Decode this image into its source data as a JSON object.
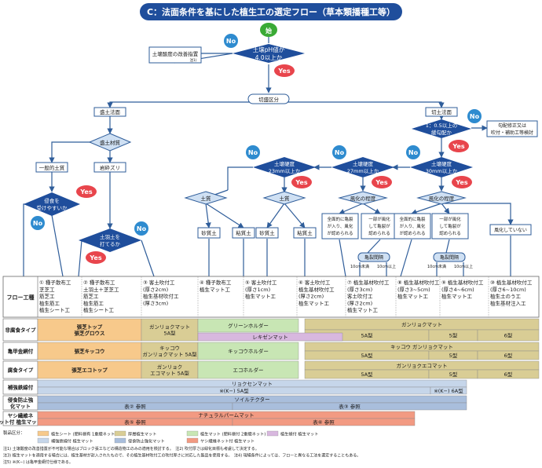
{
  "title": "C：法面条件を基にした植生工の選定フロー（草本類播種工等）",
  "badges": {
    "yes": "Yes",
    "no": "No"
  },
  "flow": {
    "start": "始",
    "ph_line1": "土壌pH値が",
    "ph_line2": "4.0以上か",
    "soil_improve": "土壌酸度の改善指置",
    "note1": "注1)",
    "cut_fill": "切盛区分",
    "fill_slope": "盛土法面",
    "cut_slope": "切土法面",
    "fill_material": "盛土材質",
    "general_soil": "一般的土質",
    "rock_debris": "岩砕ズリ",
    "erodible1": "侵食を",
    "erodible2": "受けやすいか",
    "drive1": "土羽土を",
    "drive2": "打てるか",
    "gentle1": "1：0.5以上の",
    "gentle2": "緩勾配か",
    "slope_fix1": "勾配修正又は",
    "slope_fix2": "吹付・補助工等検討",
    "hard30_1": "土壌硬度",
    "hard30_2": "30mm以上か",
    "hard27_1": "土壌硬度",
    "hard27_2": "27mm以上か",
    "hard23_1": "土壌硬度",
    "hard23_2": "23mm以上か",
    "soil_q": "土質",
    "weather": "風化の程度",
    "sandy": "砂質土",
    "clay": "粘質土",
    "full1": "全面的に亀裂",
    "full2": "が入り、風化",
    "full3": "が認められる",
    "part1": "一部が風化",
    "part2": "して亀裂が",
    "part3": "認められる",
    "no_weather": "風化していない",
    "crack_spacing": "亀裂間隔",
    "lt10": "10cm未満",
    "ge10": "10cm以上"
  },
  "table": {
    "method_header": "フロー工種",
    "columns": [
      {
        "lines": [
          "① 種子散布工",
          "芝芝工",
          "筋芝工",
          "植生筋工",
          "植生シート工"
        ]
      },
      {
        "lines": [
          "② 種子散布工",
          "土羽土＋芝芝工",
          "筋芝工",
          "植生筋工",
          "植生シート工"
        ]
      },
      {
        "lines": [
          "③ 客土吹付工",
          "(厚さ2cm)",
          "植生基材吹付工",
          "(厚さ3cm)"
        ]
      },
      {
        "lines": [
          "④ 種子散布工",
          "植生マット工"
        ]
      },
      {
        "lines": [
          "⑤ 客土吹付工",
          "(厚さ1cm)",
          "植生マット工"
        ]
      },
      {
        "lines": [
          "⑥ 客土吹付工",
          "植生基材吹付工",
          "(厚さ2cm)",
          "植生マット工"
        ]
      },
      {
        "lines": [
          "⑦ 植生基材吹付工",
          "(厚さ3cm)",
          "客土吹付工",
          "(厚さ2cm)",
          "植生マット工"
        ]
      },
      {
        "lines": [
          "⑧ 植生基材吹付工",
          "(厚さ3~5cm)",
          "植生マット工"
        ]
      },
      {
        "lines": [
          "⑨ 植生基材吹付工",
          "(厚さ4~6cm)",
          "植生マット工"
        ]
      },
      {
        "lines": [
          "⑩ 植生基材吹付工",
          "(厚さ6~10cm)",
          "植生土のう工",
          "植生基材注入工"
        ]
      }
    ]
  },
  "bands": {
    "rows": [
      {
        "header": "非腐食タイプ",
        "cells": [
          {
            "text": "張芝トップ 張芝グロウス",
            "color": "#f7c98b"
          },
          {
            "text": "ガンリョクマット 5A型",
            "color": "#d9cd95"
          },
          {
            "text": "グリーンホルダー",
            "color": "#c8e6b4"
          },
          {
            "text": "ガンリョクマット",
            "color": "#d9cd95"
          },
          {
            "text": "5A型",
            "color": "#d9cd95"
          },
          {
            "text": "5型",
            "color": "#d9cd95"
          },
          {
            "text": "6型",
            "color": "#d9cd95"
          },
          {
            "text": "レキゼンマット",
            "color": "#d8b8df"
          }
        ]
      },
      {
        "header": "亀甲金網付",
        "cells": [
          {
            "text": "張芝キッコウ",
            "color": "#f7c98b"
          },
          {
            "text": "キッコウ ガンリョクマット 5A型",
            "color": "#d9cd95"
          },
          {
            "text": "キッコウホルダー",
            "color": "#c8e6b4"
          },
          {
            "text": "キッコウ ガンリョクマット",
            "color": "#d9cd95"
          },
          {
            "text": "5A型",
            "color": "#d9cd95"
          },
          {
            "text": "5型",
            "color": "#d9cd95"
          },
          {
            "text": "6型",
            "color": "#d9cd95"
          }
        ]
      },
      {
        "header": "腐食タイプ",
        "cells": [
          {
            "text": "張芝エコトップ",
            "color": "#f7c98b"
          },
          {
            "text": "ガンリョク エコマット 5A型",
            "color": "#d9cd95"
          },
          {
            "text": "エコホルダー",
            "color": "#c8e6b4"
          },
          {
            "text": "ガンリョクエコマット",
            "color": "#d9cd95"
          },
          {
            "text": "5A型",
            "color": "#d9cd95"
          },
          {
            "text": "5型",
            "color": "#d9cd95"
          },
          {
            "text": "6型",
            "color": "#d9cd95"
          }
        ]
      },
      {
        "header": "補強鉄線付",
        "cells": [
          {
            "text": "リョクセンマット",
            "color": "#c6d6ea"
          },
          {
            "text": "※(K−) 5A型",
            "color": "#c6d6ea"
          },
          {
            "text": "※(K−) 6A型",
            "color": "#c6d6ea"
          }
        ]
      },
      {
        "header": "侵食防止強化マット",
        "cells": [
          {
            "text": "ソイルテクター",
            "color": "#a9bedc"
          },
          {
            "text": "表② 参照",
            "color": "#a9bedc"
          },
          {
            "text": "表③ 参照",
            "color": "#a9bedc"
          }
        ]
      },
      {
        "header": "ヤシ繊維ネット付 植生マット",
        "cells": [
          {
            "text": "ナチュラルパームマット",
            "color": "#f29a82"
          },
          {
            "text": "表⑤ 参照",
            "color": "#f29a82"
          },
          {
            "text": "表⑥ 参照",
            "color": "#f29a82"
          }
        ]
      }
    ]
  },
  "legend": {
    "label": "製品区分：",
    "items": [
      {
        "text": "植生シート (肥料袋有 1重織ネット)",
        "color": "#f7c98b"
      },
      {
        "text": "厚層植生マット",
        "color": "#d9cd95"
      },
      {
        "text": "植生マット (肥料袋付 2重織ネット)",
        "color": "#c8e6b4"
      },
      {
        "text": "植生袋付 植生マット",
        "color": "#d8b8df"
      },
      {
        "text": "補強鉄線付 植生マット",
        "color": "#c6d6ea"
      },
      {
        "text": "侵食防止強化マット",
        "color": "#a9bedc"
      },
      {
        "text": "ヤシ繊維ネット付 植生マット",
        "color": "#f29a82"
      }
    ]
  },
  "notes": [
    "注1) 土壌酸度の改善措置が不可能な場合はブロック張工などの構造物工のみの適用を検討する。　注2) 吹付厚さは緑化目標も考慮して決定する。",
    "注3) 植生マットを適用する場合には、植生基材が封入されたもので、その植生基材吹付工の吹付厚さに対応した製品を使用する。　注4) 現場条件によっては、フローと異なる工法を選定することもある。",
    "注5) ※(K−) は亀甲金網付仕様である。"
  ]
}
